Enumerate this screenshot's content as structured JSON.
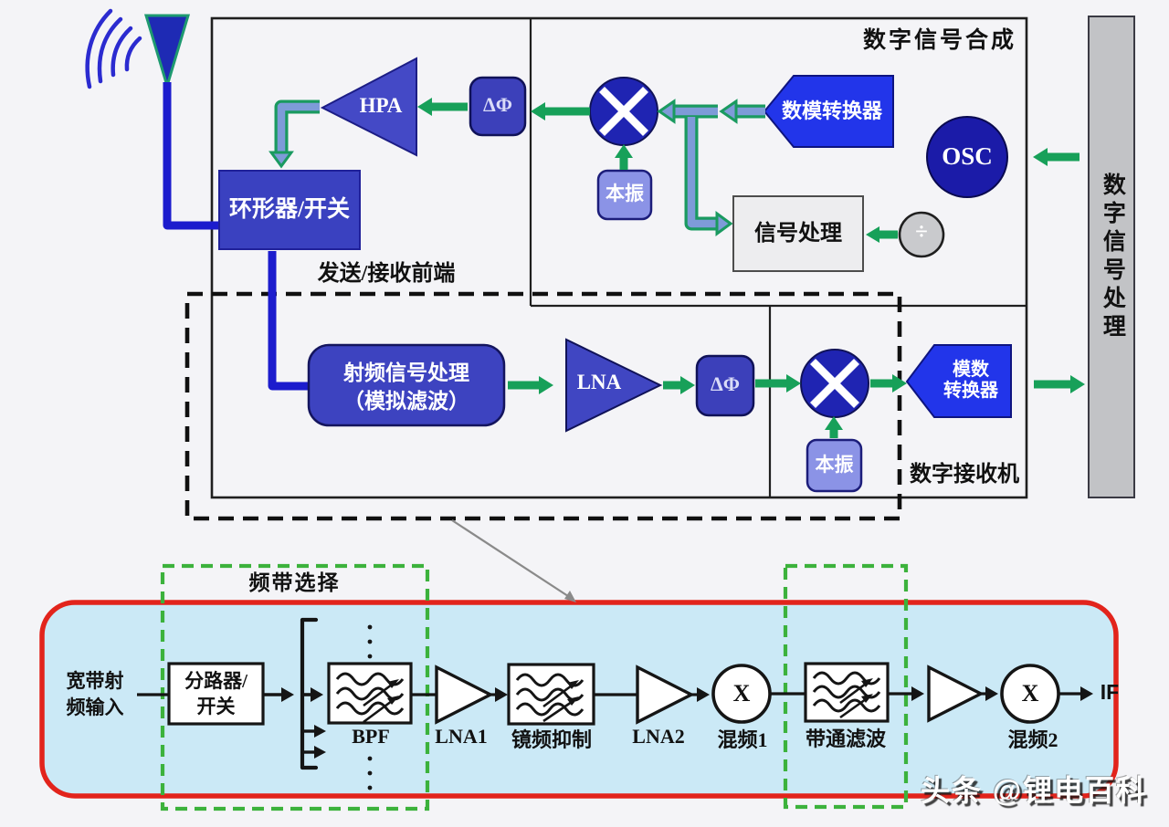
{
  "top": {
    "synthesis_label": "数字信号合成",
    "frontend_label": "发送/接收前端",
    "receiver_label": "数字接收机",
    "dsp_bar": "数字信号处理",
    "dac": "数模转换器",
    "osc": "OSC",
    "lo1": "本振",
    "signal_processing": "信号处理",
    "divider_symbol": "÷",
    "phase1": "ΔΦ",
    "hpa": "HPA",
    "circulator": "环形器/开关",
    "rf_proc_line1": "射频信号处理",
    "rf_proc_line2": "（模拟滤波）",
    "lna": "LNA",
    "phase2": "ΔΦ",
    "lo2": "本振",
    "adc_line1": "模数",
    "adc_line2": "转换器"
  },
  "bottom": {
    "band_select": "频带选择",
    "input_line1": "宽带射",
    "input_line2": "频输入",
    "splitter_line1": "分路器/",
    "splitter_line2": "开关",
    "bpf": "BPF",
    "lna1": "LNA1",
    "image_reject": "镜频抑制",
    "lna2": "LNA2",
    "mixer1": "混频1",
    "mixer1_symbol": "X",
    "bandpass": "带通滤波",
    "mixer2": "混频2",
    "mixer2_symbol": "X",
    "if": "IF"
  },
  "watermark": "头条 @锂电百科",
  "colors": {
    "block_blue": "#3c42c0",
    "bright_blue": "#2235ea",
    "navy_circle": "#1b1ba8",
    "periwinkle": "#8b93e6",
    "arrow_green": "#17a059",
    "arrow_steel": "#7e9bd8",
    "line_blue": "#1c1ccd",
    "panel_fill": "#cbe9f6",
    "panel_border": "#e2241c",
    "dashed_green": "#3cb23c",
    "bar_gray": "#c2c3c6"
  }
}
